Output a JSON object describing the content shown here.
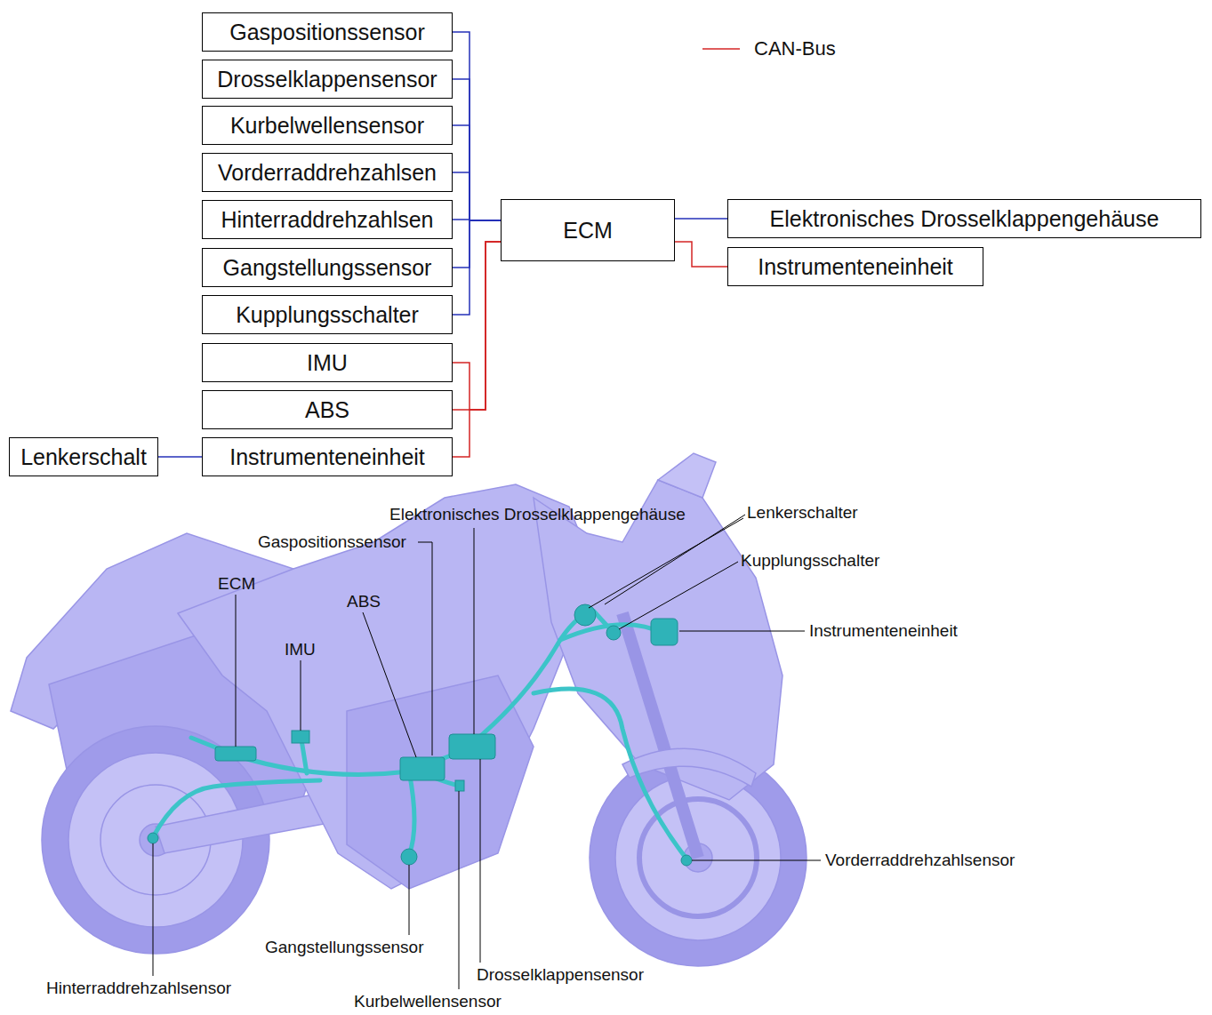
{
  "diagram": {
    "nodes": [
      {
        "text": [
          "Gaspositionssensor"
        ]
      },
      {
        "text": [
          "Drosselklappensensor"
        ]
      },
      {
        "text": [
          "Kurbelwellensensor"
        ]
      },
      {
        "text": [
          "Vorderraddrehzahlsen"
        ]
      },
      {
        "text": [
          "Hinterraddrehzahlsen"
        ]
      },
      {
        "text": [
          "Gangstellungssensor"
        ]
      },
      {
        "text": [
          "Kupplungsschalter"
        ]
      },
      {
        "text": [
          "IMU"
        ]
      },
      {
        "text": [
          "ABS"
        ]
      },
      {
        "text": [
          "Lenkerschalt"
        ]
      },
      {
        "text": [
          "Instrumenteneinheit"
        ]
      },
      {
        "text": [
          "ECM"
        ]
      },
      {
        "text": [
          "Elektronisches Drosselklappengehäuse"
        ]
      },
      {
        "text": [
          "Instrumenteneinheit"
        ]
      }
    ],
    "edges": [
      {
        "from": 0,
        "to": 11,
        "arrow": "none"
      },
      {
        "from": 1,
        "to": 11,
        "arrow": "none"
      },
      {
        "from": 2,
        "to": 11,
        "arrow": "none"
      },
      {
        "from": 3,
        "to": 11,
        "arrow": "none"
      },
      {
        "from": 4,
        "to": 11,
        "arrow": "none"
      },
      {
        "from": 5,
        "to": 11,
        "arrow": "none"
      },
      {
        "from": 6,
        "to": 11,
        "arrow": "none"
      },
      {
        "from": 7,
        "to": 11,
        "arrow": "none"
      },
      {
        "from": 8,
        "to": 11,
        "arrow": "none"
      },
      {
        "from": 10,
        "to": 11,
        "arrow": "none"
      },
      {
        "from": 11,
        "to": 12,
        "arrow": "none"
      },
      {
        "from": 11,
        "to": 13,
        "arrow": "none"
      },
      {
        "from": 9,
        "to": 10,
        "arrow": "none"
      }
    ],
    "labels": [
      "Elektronisches Drosselklappengehäuse",
      "Lenkerschalter",
      "Gaspositionssensor",
      "Kupplungsschalter",
      "ECM",
      "ABS",
      "Instrumenteneinheit",
      "IMU",
      "Vorderraddrehzahlsensor",
      "Gangstellungssensor",
      "Drosselklappensensor",
      "Hinterraddrehzahlsensor",
      "Kurbelwellensensor"
    ],
    "legend": [
      {
        "text": "CAN-Bus"
      }
    ]
  }
}
